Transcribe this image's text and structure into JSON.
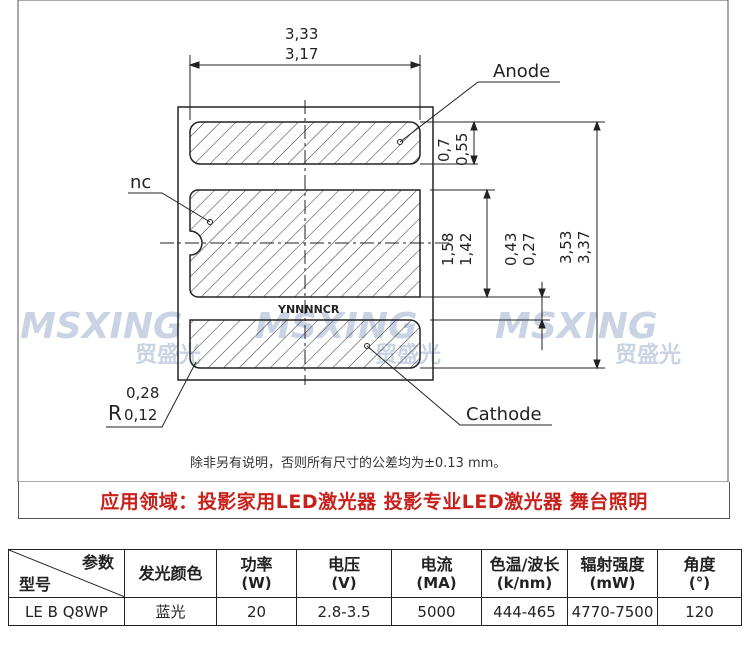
{
  "drawing": {
    "dim_width_max": "3,33",
    "dim_width_min": "3,17",
    "label_anode": "Anode",
    "label_nc": "nc",
    "label_cathode": "Cathode",
    "dim_pad_max": "0,7",
    "dim_pad_min": "0,55",
    "dim_center_max": "1,58",
    "dim_center_min": "1,42",
    "dim_gap_max": "0,43",
    "dim_gap_min": "0,27",
    "dim_height_max": "3,53",
    "dim_height_min": "3,37",
    "radius_value_top": "0,28",
    "radius_prefix": "R",
    "radius_value_bottom": "0,12",
    "marking": "YNNNNCR",
    "tolerance_note": "除非另有说明，否则所有尺寸的公差均为±0.13 mm。",
    "watermark_brand": "MSXING",
    "watermark_cn": "贸盛光"
  },
  "application": "应用领域：投影家用LED激光器 投影专业LED激光器 舞台照明",
  "table": {
    "corner_top": "参数",
    "corner_bottom": "型号",
    "headers": [
      {
        "line1": "发光颜色",
        "line2": ""
      },
      {
        "line1": "功率",
        "line2": "(W)"
      },
      {
        "line1": "电压",
        "line2": "(V)"
      },
      {
        "line1": "电流",
        "line2": "(MA)"
      },
      {
        "line1": "色温/波长",
        "line2": "(k/nm)"
      },
      {
        "line1": "辐射强度",
        "line2": "(mW)"
      },
      {
        "line1": "角度",
        "line2": "(°)"
      }
    ],
    "row": [
      "LE B Q8WP",
      "蓝光",
      "20",
      "2.8-3.5",
      "5000",
      "444-465",
      "4770-7500",
      "120"
    ]
  },
  "colors": {
    "accent_red": "#c8201a",
    "watermark": "#c9d3e3"
  }
}
